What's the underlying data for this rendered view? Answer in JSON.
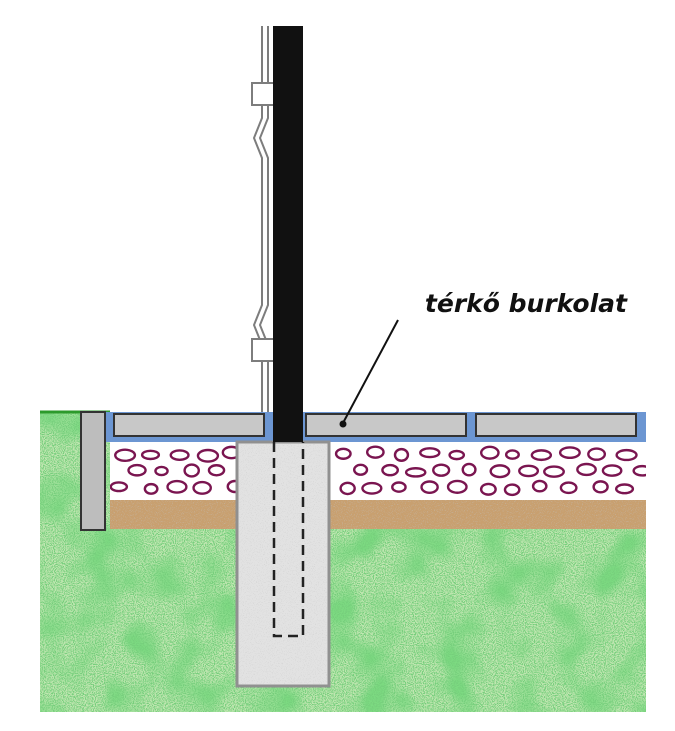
{
  "diagram": {
    "label": "térkő burkolat",
    "colors": {
      "soil_green": "#4dbb4d",
      "soil_light": "#bfe6b0",
      "paver_gray": "#c8c8c8",
      "paver_outline": "#333333",
      "blue_bedding": "#6c96d2",
      "gravel_purple": "#7a1550",
      "sand_brown": "#c8a070",
      "concrete": "#e2e2e2",
      "post": "#111111"
    },
    "icons": [
      "fence-panel",
      "fence-post",
      "concrete-footing",
      "paver-slab",
      "curb-stone",
      "pointer-arrow"
    ]
  }
}
